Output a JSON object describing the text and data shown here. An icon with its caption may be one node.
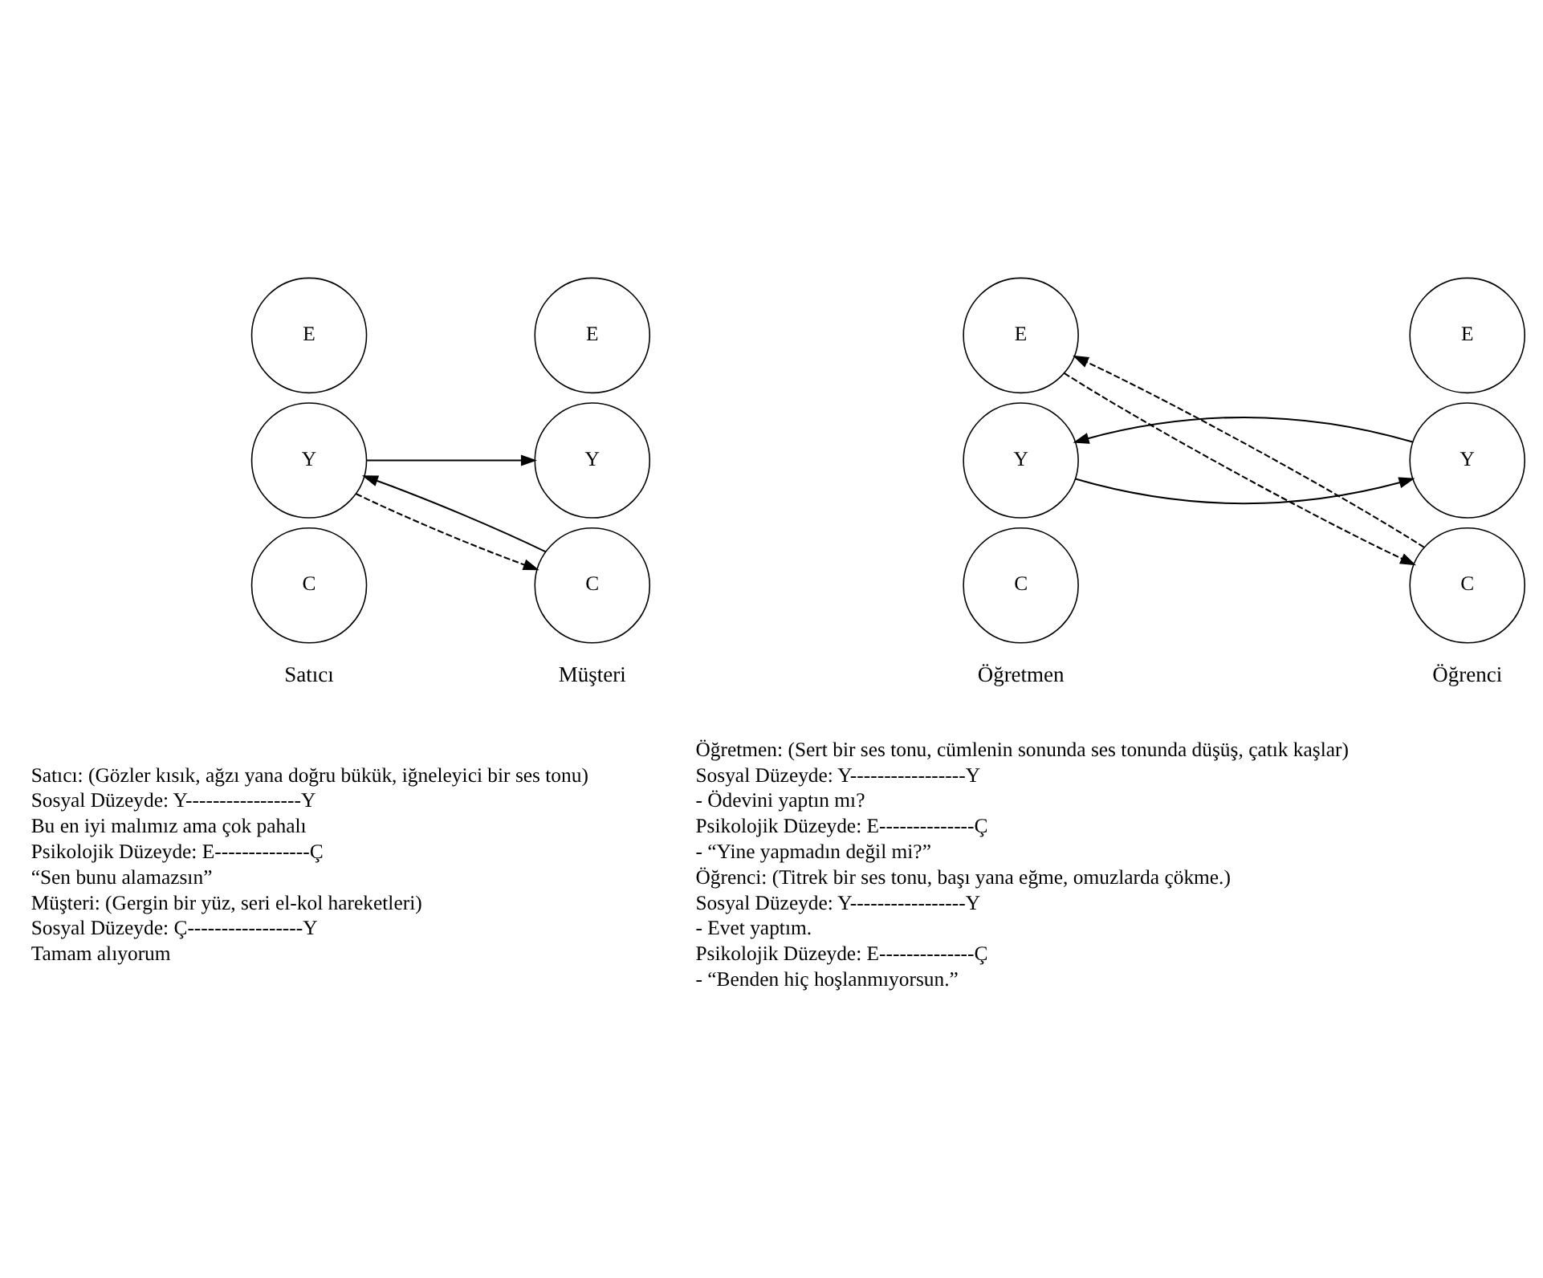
{
  "diagram": {
    "nodes": [
      {
        "text": [
          "E"
        ]
      },
      {
        "text": [
          "Y"
        ]
      },
      {
        "text": [
          "C"
        ]
      },
      {
        "text": [
          "E"
        ]
      },
      {
        "text": [
          "Y"
        ]
      },
      {
        "text": [
          "C"
        ]
      },
      {
        "text": [
          "E"
        ]
      },
      {
        "text": [
          "Y"
        ]
      },
      {
        "text": [
          "C"
        ]
      },
      {
        "text": [
          "E"
        ]
      },
      {
        "text": [
          "Y"
        ]
      },
      {
        "text": [
          "C"
        ]
      }
    ],
    "edges": [
      {
        "from": 1,
        "to": 4,
        "arrow": "to"
      },
      {
        "from": 1,
        "to": 5,
        "arrow": "to",
        "style": "dashed"
      },
      {
        "from": 5,
        "to": 1,
        "arrow": "to"
      },
      {
        "from": 7,
        "to": 10,
        "arrow": "to"
      },
      {
        "from": 10,
        "to": 7,
        "arrow": "to"
      },
      {
        "from": 11,
        "to": 6,
        "arrow": "to",
        "style": "dashed"
      },
      {
        "from": 6,
        "to": 11,
        "arrow": "to",
        "style": "dashed"
      }
    ],
    "labels": [
      "Satıcı",
      "Müşteri",
      "Öğretmen",
      "Öğrenci",
      "Satıcı: (Gözler kısık, ağzı yana doğru bükük, iğneleyici bir ses tonu)",
      "Sosyal Düzeyde: Y-----------------Y",
      "Bu en iyi malımız ama çok pahalı",
      "Psikolojik Düzeyde: E--------------Ç",
      "“Sen bunu alamazsın”",
      "Müşteri: (Gergin bir yüz, seri el-kol hareketleri)",
      "Sosyal Düzeyde: Ç-----------------Y",
      "Tamam alıyorum",
      "Öğretmen: (Sert bir ses tonu, cümlenin sonunda ses tonunda düşüş, çatık kaşlar)",
      "Sosyal Düzeyde: Y-----------------Y",
      "- Ödevini yaptın mı?",
      "Psikolojik Düzeyde: E--------------Ç",
      "- “Yine yapmadın değil mi?”",
      "Öğrenci: (Titrek bir ses tonu, başı yana eğme, omuzlarda çökme.)",
      "Sosyal Düzeyde: Y-----------------Y",
      "- Evet yaptım.",
      "Psikolojik Düzeyde: E--------------Ç",
      "- “Benden hiç hoşlanmıyorsun.”"
    ]
  }
}
